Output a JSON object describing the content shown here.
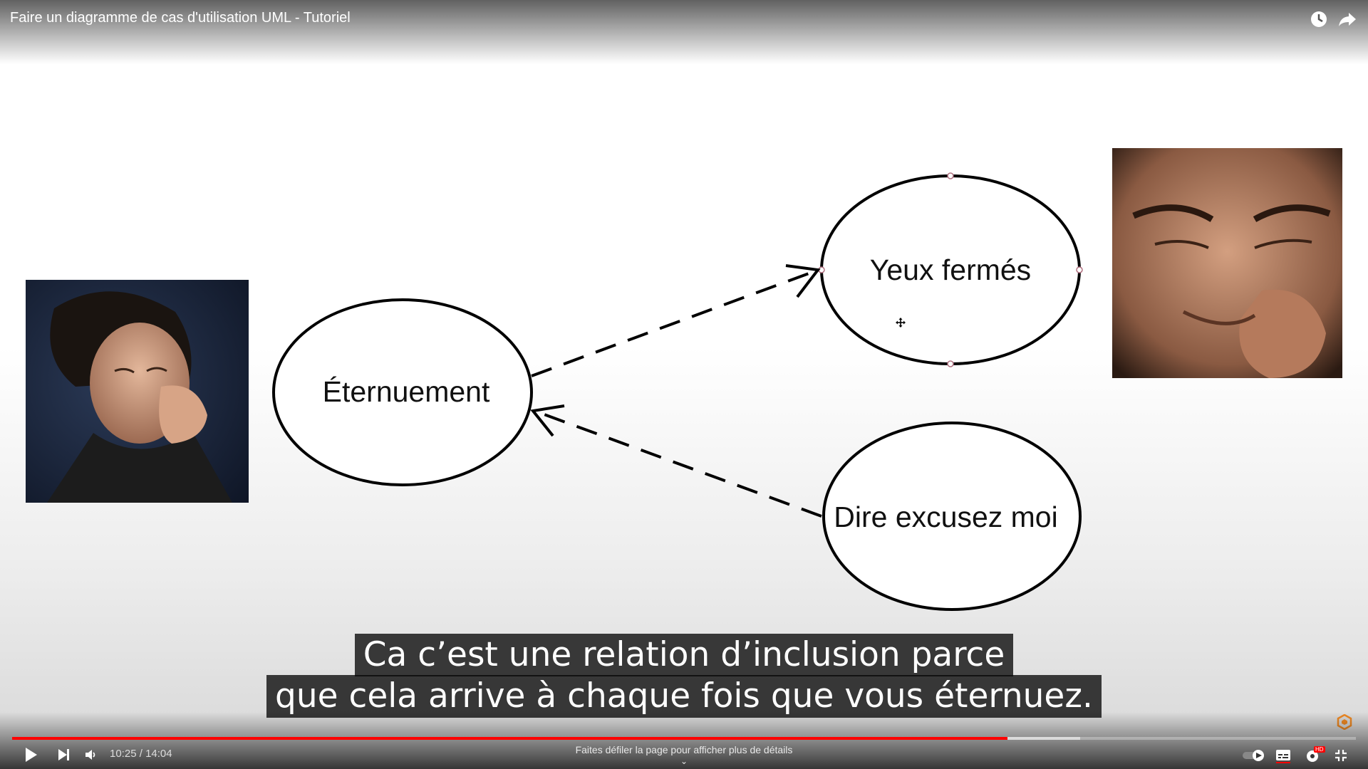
{
  "player": {
    "title": "Faire un diagramme de cas d'utilisation UML - Tutoriel",
    "time_current": "10:25",
    "time_separator": " / ",
    "time_total": "14:04",
    "scroll_hint": "Faites défiler la page pour afficher plus de détails",
    "progress_played_fraction": 0.7405,
    "progress_buffered_fraction": 0.7947,
    "hd_badge": "HD",
    "accent_color": "#ff0000"
  },
  "diagram": {
    "use_case_main": "Éternuement",
    "use_case_eyes": "Yeux fermés",
    "use_case_excuse": "Dire excusez moi"
  },
  "subtitles": {
    "line1": "Ca c’est une relation d’inclusion parce",
    "line2": "que cela arrive à chaque fois que vous éternuez."
  },
  "icons": {
    "watch_later": "clock-icon",
    "share": "share-icon",
    "play": "play-icon",
    "next": "next-icon",
    "volume": "volume-icon",
    "autoplay": "autoplay-toggle-icon",
    "captions": "captions-icon",
    "settings": "gear-icon",
    "exit_fullscreen": "exit-fullscreen-icon",
    "logo": "channel-logo-icon"
  }
}
